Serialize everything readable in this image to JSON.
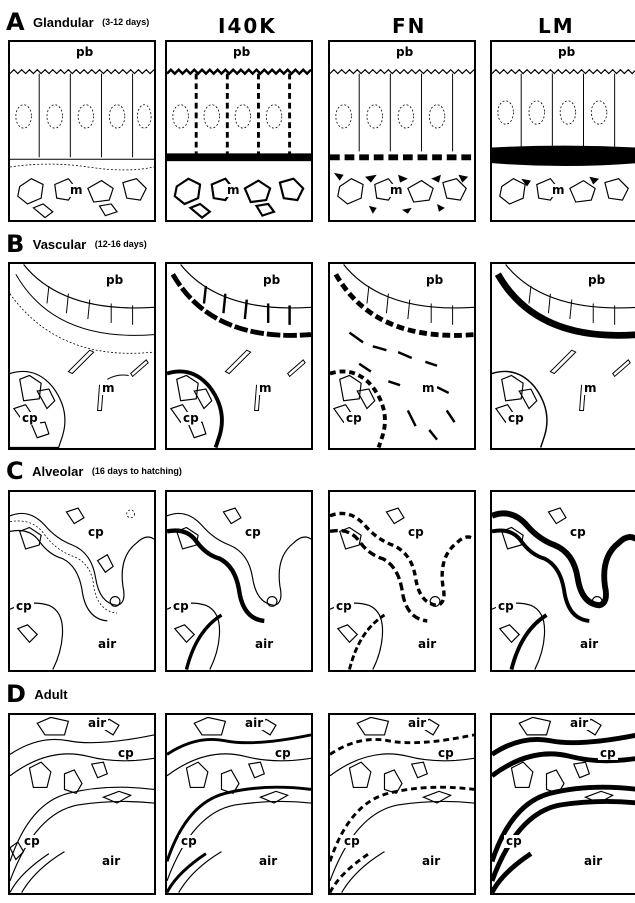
{
  "columns": [
    "I40K",
    "FN",
    "LM"
  ],
  "sections": [
    {
      "letter": "A",
      "title": "Glandular",
      "subtitle": "(3-12 days)",
      "labels": [
        "pb",
        "m"
      ]
    },
    {
      "letter": "B",
      "title": "Vascular",
      "subtitle": "(12-16 days)",
      "labels": [
        "pb",
        "m",
        "cp"
      ]
    },
    {
      "letter": "C",
      "title": "Alveolar",
      "subtitle": "(16 days to hatching)",
      "labels": [
        "cp",
        "cp",
        "air"
      ]
    },
    {
      "letter": "D",
      "title": "Adult",
      "subtitle": "",
      "labels": [
        "air",
        "cp",
        "cp",
        "air"
      ]
    }
  ]
}
